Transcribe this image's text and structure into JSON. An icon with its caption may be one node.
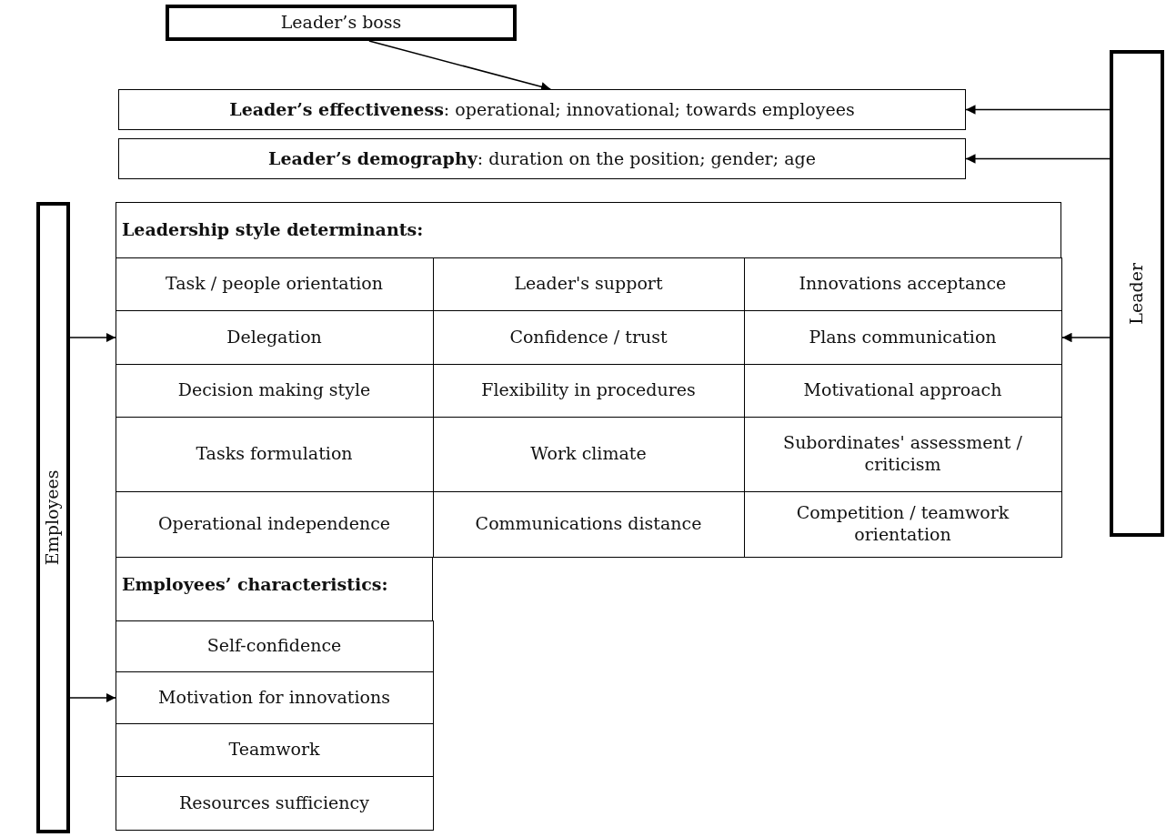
{
  "diagram": {
    "nodes": [
      {
        "text": [
          "Leader’s boss"
        ]
      },
      {
        "text": [
          "**Leader’s effectiveness**: operational; innovational; towards employees"
        ]
      },
      {
        "text": [
          "**Leader’s demography**: duration on the position; gender; age"
        ]
      },
      {
        "text": [
          "Leadership style determinants:"
        ]
      },
      {
        "text": [
          "Task / people orientation"
        ],
        "in": 3
      },
      {
        "text": [
          "Leader's support"
        ],
        "in": 3
      },
      {
        "text": [
          "Innovations acceptance"
        ],
        "in": 3
      },
      {
        "text": [
          "Delegation"
        ],
        "in": 3
      },
      {
        "text": [
          "Confidence / trust"
        ],
        "in": 3
      },
      {
        "text": [
          "Plans communication"
        ],
        "in": 3
      },
      {
        "text": [
          "Decision making style"
        ],
        "in": 3
      },
      {
        "text": [
          "Flexibility in procedures"
        ],
        "in": 3
      },
      {
        "text": [
          "Motivational approach"
        ],
        "in": 3
      },
      {
        "text": [
          "Tasks formulation"
        ],
        "in": 3
      },
      {
        "text": [
          "Work climate"
        ],
        "in": 3
      },
      {
        "text": [
          "Subordinates' assessment / criticism"
        ],
        "in": 3
      },
      {
        "text": [
          "Operational independence"
        ],
        "in": 3
      },
      {
        "text": [
          "Communications distance"
        ],
        "in": 3
      },
      {
        "text": [
          "Competition / teamwork orientation"
        ],
        "in": 3
      },
      {
        "text": [
          "Employees’ characteristics:"
        ]
      },
      {
        "text": [
          "Self-confidence"
        ],
        "in": 19
      },
      {
        "text": [
          "Motivation for innovations"
        ],
        "in": 19
      },
      {
        "text": [
          "Teamwork"
        ],
        "in": 19
      },
      {
        "text": [
          "Resources sufficiency"
        ],
        "in": 19
      },
      {
        "text": [
          "Employees"
        ]
      },
      {
        "text": [
          "Leader"
        ]
      }
    ],
    "edges": [
      {
        "from": 0,
        "to": 1,
        "arrow": "to"
      },
      {
        "from": 25,
        "to": 1,
        "arrow": "to"
      },
      {
        "from": 25,
        "to": 2,
        "arrow": "to"
      },
      {
        "from": 25,
        "to": 9,
        "arrow": "to"
      },
      {
        "from": 24,
        "to": 7,
        "arrow": "to"
      },
      {
        "from": 24,
        "to": 21,
        "arrow": "to"
      }
    ]
  }
}
